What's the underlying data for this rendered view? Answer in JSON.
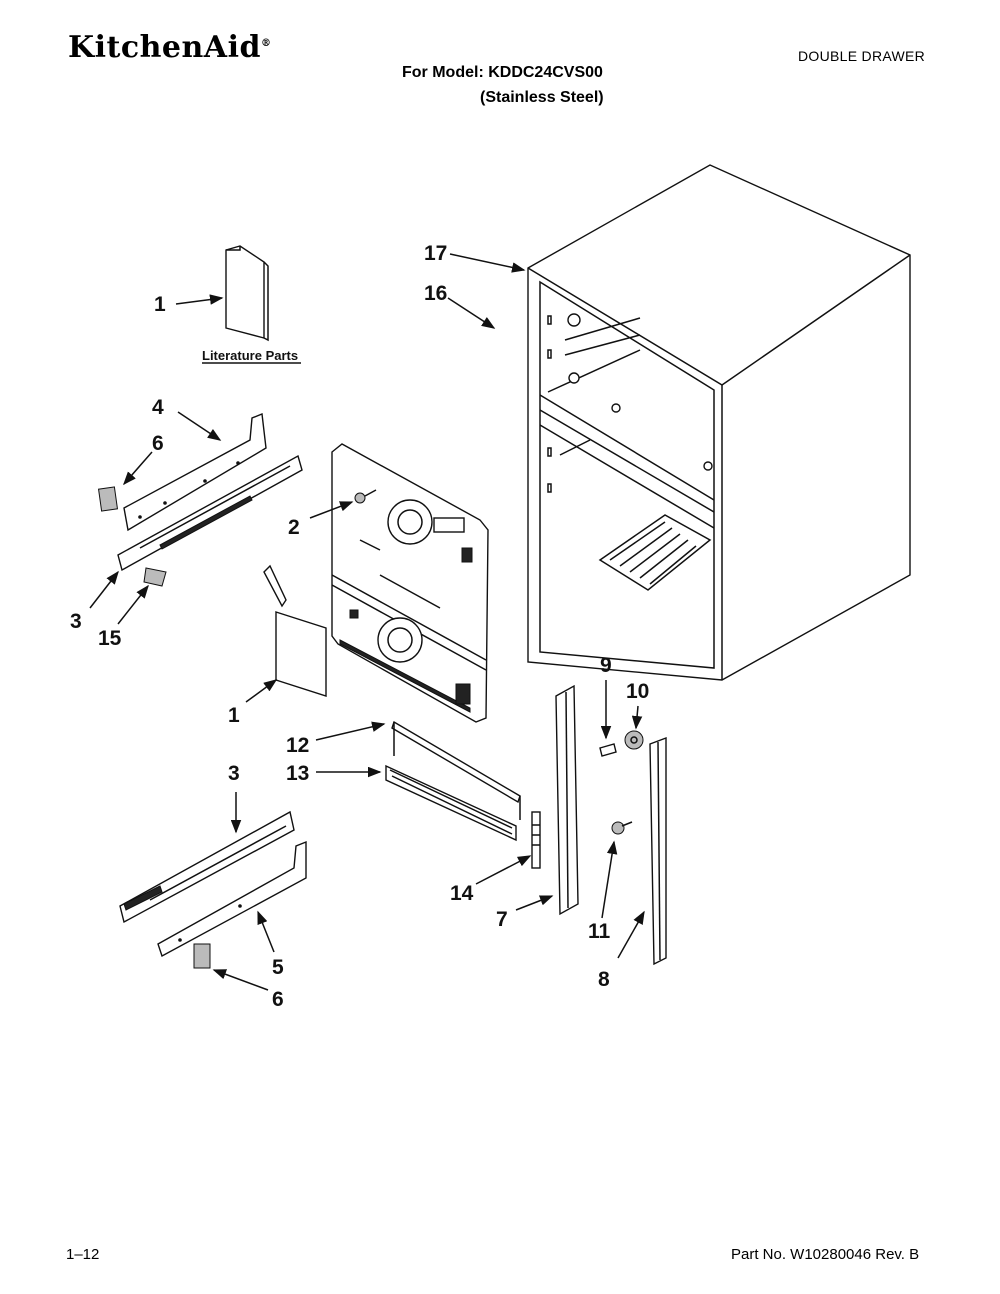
{
  "header": {
    "brand": "KitchenAid",
    "brand_mark": "®",
    "category": "DOUBLE DRAWER",
    "model_line": "For Model: KDDC24CVS00",
    "finish_line": "(Stainless Steel)"
  },
  "diagram": {
    "literature_label": "Literature Parts",
    "callouts": {
      "c1a": "1",
      "c1b": "1",
      "c2": "2",
      "c3a": "3",
      "c3b": "3",
      "c4": "4",
      "c5": "5",
      "c6a": "6",
      "c6b": "6",
      "c7": "7",
      "c8": "8",
      "c9": "9",
      "c10": "10",
      "c11": "11",
      "c12": "12",
      "c13": "13",
      "c14": "14",
      "c15": "15",
      "c16": "16",
      "c17": "17"
    }
  },
  "footer": {
    "page_number": "1–12",
    "part_number": "Part No. W10280046 Rev. B"
  }
}
